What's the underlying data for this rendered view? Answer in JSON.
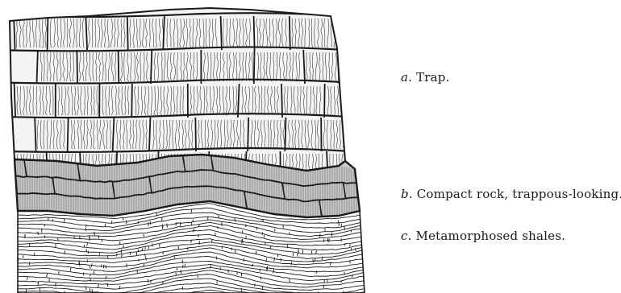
{
  "figure": {
    "legend": [
      {
        "letter": "a",
        "text": ". Trap."
      },
      {
        "letter": "b",
        "text": ". Compact rock, trappous-looking."
      },
      {
        "letter": "c",
        "text": ". Metamorphosed shales."
      }
    ],
    "colors": {
      "ink": "#1a1a1a",
      "paper": "#ffffff",
      "band_b_fill": "#c9c9c9",
      "trap_fill": "#f4f4f4"
    },
    "layers": [
      {
        "id": "a",
        "name": "Trap"
      },
      {
        "id": "b",
        "name": "Compact rock, trappous-looking"
      },
      {
        "id": "c",
        "name": "Metamorphosed shales"
      }
    ]
  }
}
